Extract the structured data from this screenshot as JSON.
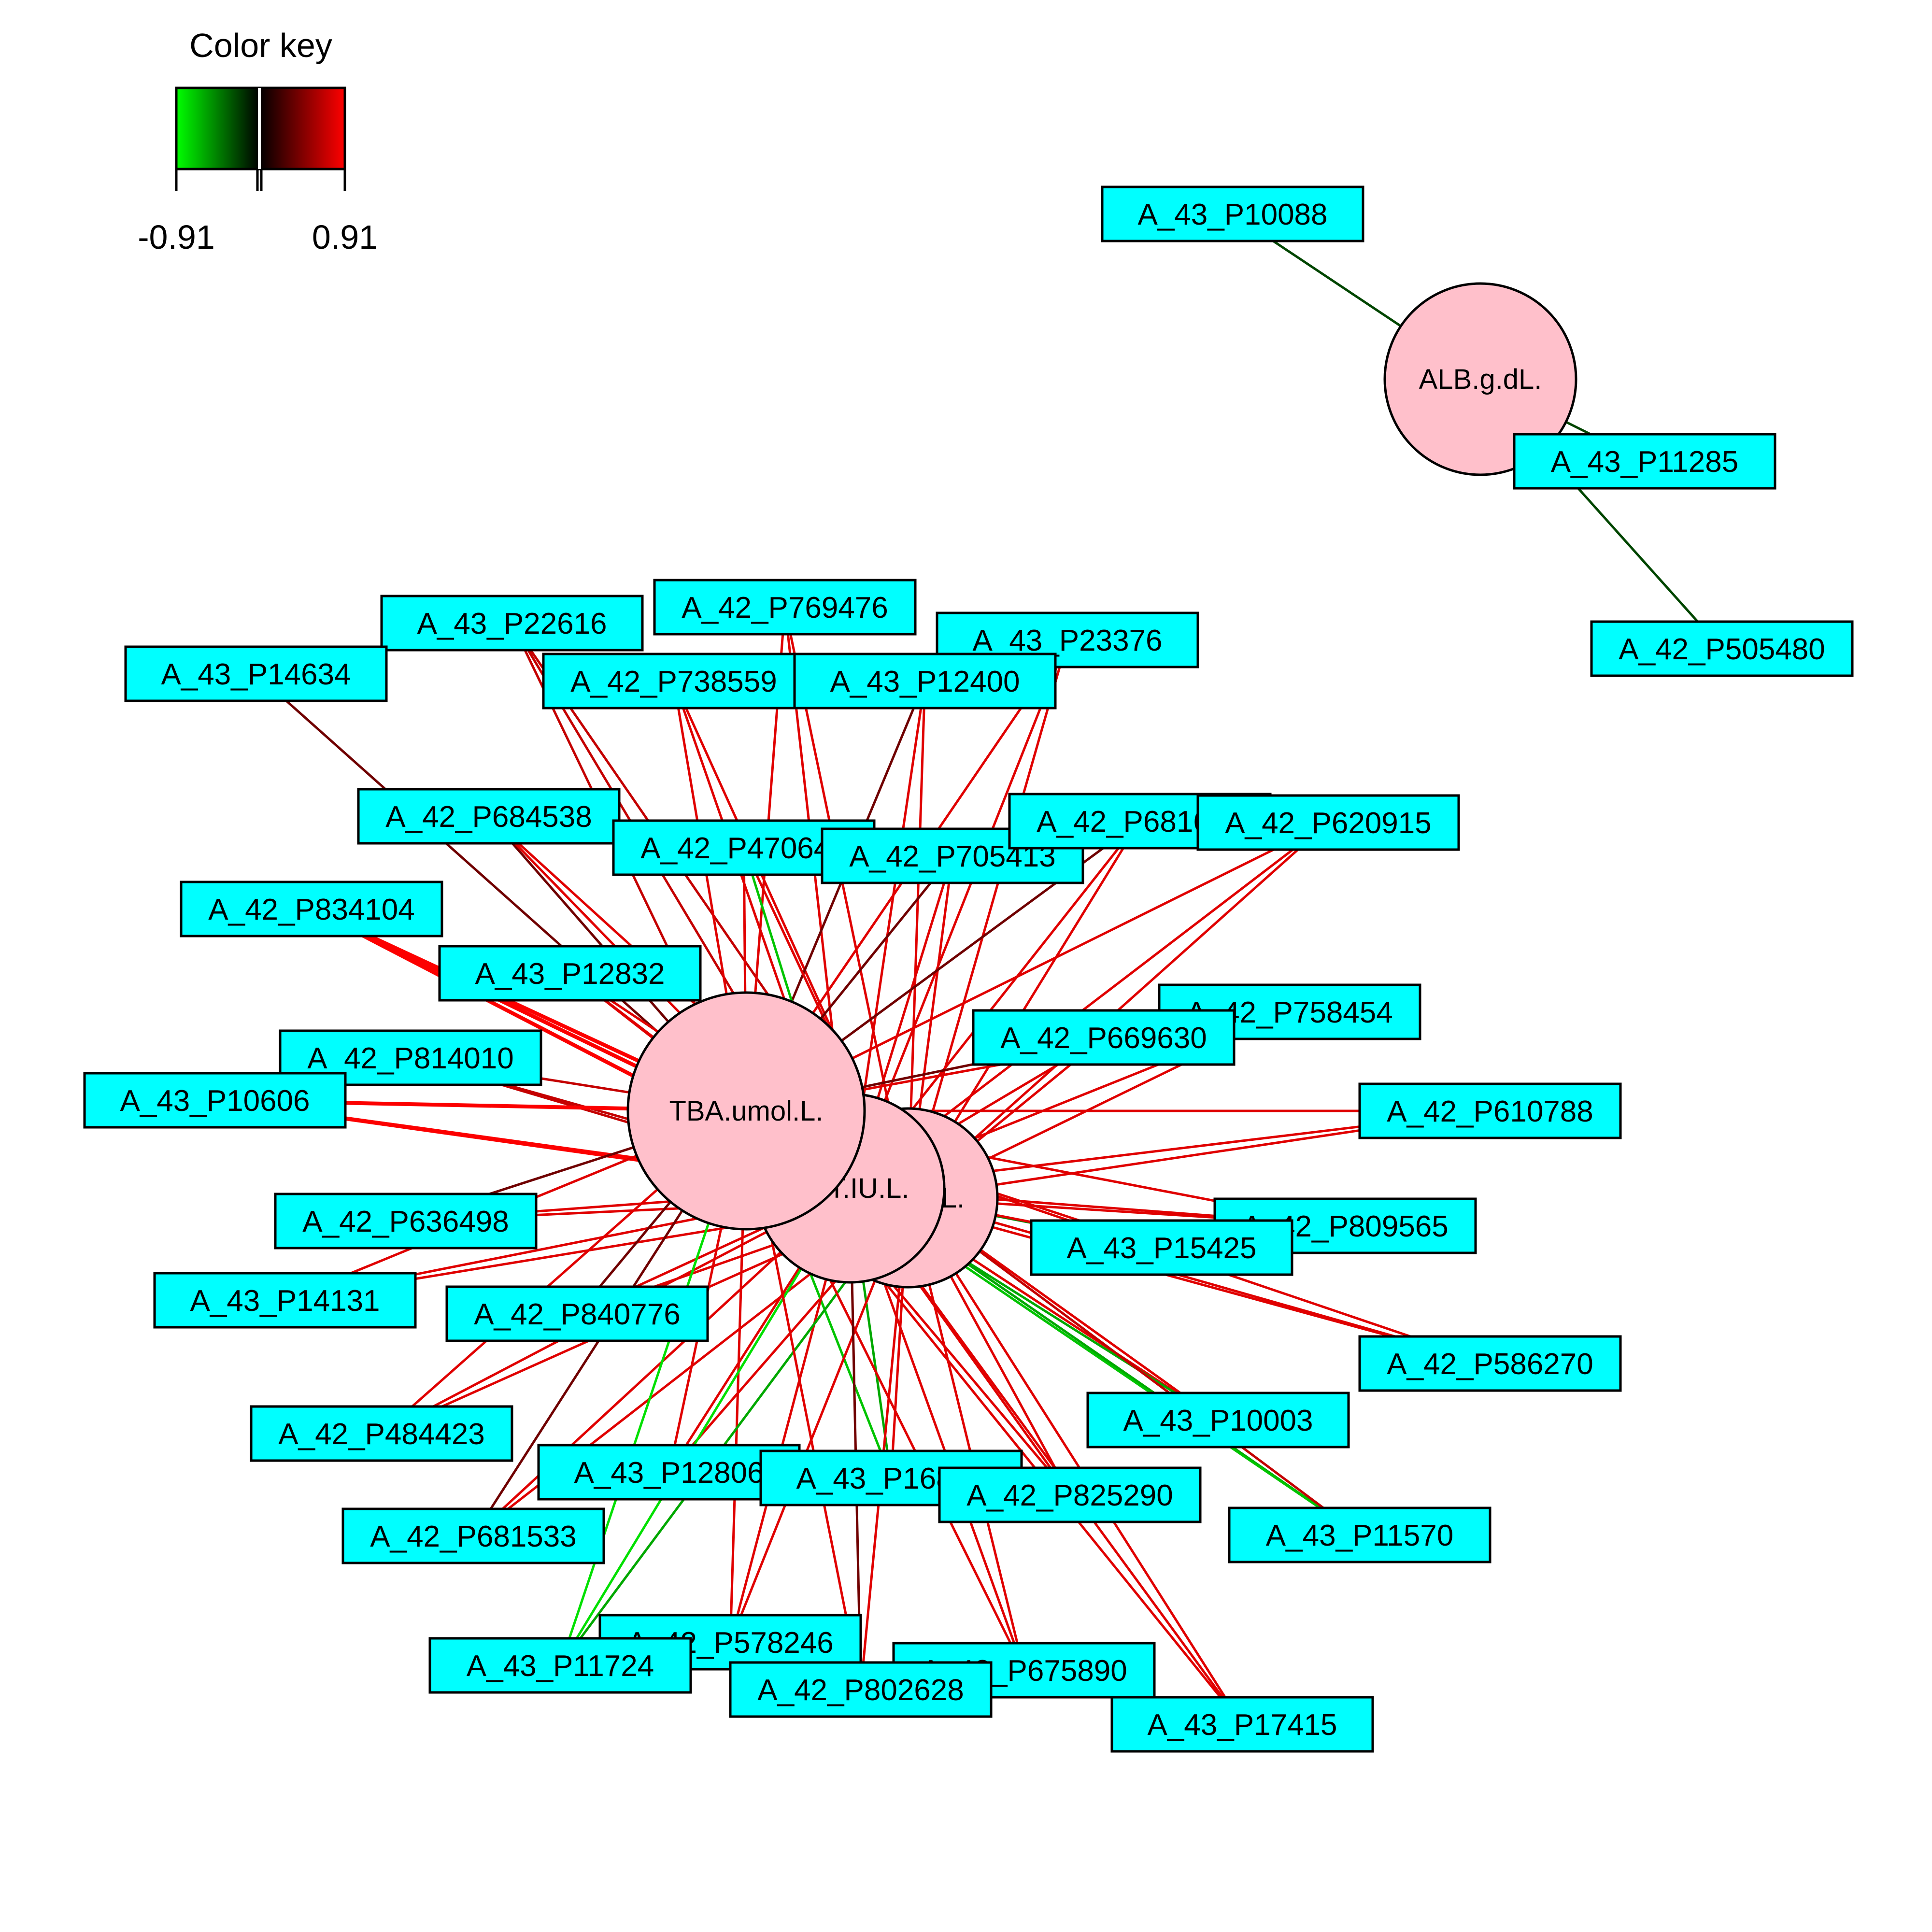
{
  "color_key": {
    "title": "Color key",
    "min_label": "-0.91",
    "max_label": "0.91",
    "colors": {
      "negative": "#00ff00",
      "zero": "#000000",
      "positive": "#ff0000"
    }
  },
  "styles": {
    "rect_fill": "#00ffff",
    "circle_fill": "#ffc0cb",
    "stroke": "#000000"
  },
  "hubs": [
    {
      "id": "ALB",
      "label": "ALB.g.dL."
    },
    {
      "id": "ALT",
      "label": "ALT.IU.L."
    },
    {
      "id": "AST",
      "label": "AST.IU.L."
    },
    {
      "id": "TBA",
      "label": "TBA.umol.L."
    }
  ],
  "genes": [
    {
      "id": "g01",
      "label": "A_43_P10088"
    },
    {
      "id": "g02",
      "label": "A_43_P11285"
    },
    {
      "id": "g03",
      "label": "A_42_P505480"
    },
    {
      "id": "g04",
      "label": "A_43_P22616"
    },
    {
      "id": "g05",
      "label": "A_42_P769476"
    },
    {
      "id": "g06",
      "label": "A_43_P23376"
    },
    {
      "id": "g07",
      "label": "A_43_P14634"
    },
    {
      "id": "g08",
      "label": "A_42_P738559"
    },
    {
      "id": "g09",
      "label": "A_43_P12400"
    },
    {
      "id": "g10",
      "label": "A_42_P684538"
    },
    {
      "id": "g11",
      "label": "A_42_P470649"
    },
    {
      "id": "g12",
      "label": "A_42_P705413"
    },
    {
      "id": "g13",
      "label": "A_42_P681650"
    },
    {
      "id": "g14",
      "label": "A_42_P620915"
    },
    {
      "id": "g15",
      "label": "A_42_P834104"
    },
    {
      "id": "g16",
      "label": "A_43_P12832"
    },
    {
      "id": "g17",
      "label": "A_42_P758454"
    },
    {
      "id": "g18",
      "label": "A_42_P669630"
    },
    {
      "id": "g19",
      "label": "A_42_P814010"
    },
    {
      "id": "g20",
      "label": "A_43_P10606"
    },
    {
      "id": "g21",
      "label": "A_42_P610788"
    },
    {
      "id": "g22",
      "label": "A_42_P636498"
    },
    {
      "id": "g23",
      "label": "A_42_P809565"
    },
    {
      "id": "g24",
      "label": "A_43_P15425"
    },
    {
      "id": "g25",
      "label": "A_43_P14131"
    },
    {
      "id": "g26",
      "label": "A_42_P840776"
    },
    {
      "id": "g27",
      "label": "A_42_P586270"
    },
    {
      "id": "g28",
      "label": "A_43_P10003"
    },
    {
      "id": "g29",
      "label": "A_42_P484423"
    },
    {
      "id": "g30",
      "label": "A_43_P12806"
    },
    {
      "id": "g31",
      "label": "A_43_P16842"
    },
    {
      "id": "g32",
      "label": "A_42_P825290"
    },
    {
      "id": "g33",
      "label": "A_43_P11570"
    },
    {
      "id": "g34",
      "label": "A_42_P681533"
    },
    {
      "id": "g35",
      "label": "A_42_P578246"
    },
    {
      "id": "g36",
      "label": "A_43_P11724"
    },
    {
      "id": "g37",
      "label": "A_42_P675890"
    },
    {
      "id": "g38",
      "label": "A_42_P802628"
    },
    {
      "id": "g39",
      "label": "A_43_P17415"
    }
  ],
  "edges": [
    [
      "g01",
      "ALB",
      -0.25
    ],
    [
      "g02",
      "ALB",
      -0.25
    ],
    [
      "g03",
      "ALB",
      -0.25
    ],
    [
      "g04",
      "TBA",
      0.7
    ],
    [
      "g04",
      "AST",
      0.7
    ],
    [
      "g04",
      "ALT",
      0.7
    ],
    [
      "g05",
      "TBA",
      0.8
    ],
    [
      "g05",
      "AST",
      0.8
    ],
    [
      "g05",
      "ALT",
      0.8
    ],
    [
      "g06",
      "TBA",
      0.8
    ],
    [
      "g06",
      "AST",
      0.8
    ],
    [
      "g06",
      "ALT",
      0.8
    ],
    [
      "g07",
      "TBA",
      0.4
    ],
    [
      "g08",
      "TBA",
      0.8
    ],
    [
      "g08",
      "AST",
      0.8
    ],
    [
      "g08",
      "ALT",
      0.8
    ],
    [
      "g09",
      "TBA",
      0.4
    ],
    [
      "g09",
      "AST",
      0.8
    ],
    [
      "g09",
      "ALT",
      0.8
    ],
    [
      "g10",
      "TBA",
      0.4
    ],
    [
      "g10",
      "AST",
      0.8
    ],
    [
      "g10",
      "ALT",
      0.8
    ],
    [
      "g11",
      "TBA",
      0.8
    ],
    [
      "g11",
      "AST",
      -0.7
    ],
    [
      "g11",
      "ALT",
      0.8
    ],
    [
      "g12",
      "TBA",
      0.4
    ],
    [
      "g12",
      "AST",
      0.8
    ],
    [
      "g12",
      "ALT",
      0.8
    ],
    [
      "g13",
      "TBA",
      0.4
    ],
    [
      "g13",
      "AST",
      0.8
    ],
    [
      "g13",
      "ALT",
      0.8
    ],
    [
      "g14",
      "TBA",
      0.8
    ],
    [
      "g14",
      "AST",
      0.8
    ],
    [
      "g14",
      "ALT",
      0.8
    ],
    [
      "g15",
      "TBA",
      0.9
    ],
    [
      "g15",
      "AST",
      0.9
    ],
    [
      "g15",
      "ALT",
      0.9
    ],
    [
      "g16",
      "TBA",
      0.8
    ],
    [
      "g16",
      "AST",
      0.8
    ],
    [
      "g16",
      "ALT",
      0.8
    ],
    [
      "g17",
      "TBA",
      0.8
    ],
    [
      "g17",
      "AST",
      0.8
    ],
    [
      "g17",
      "ALT",
      0.8
    ],
    [
      "g18",
      "TBA",
      0.4
    ],
    [
      "g18",
      "AST",
      0.8
    ],
    [
      "g18",
      "ALT",
      0.8
    ],
    [
      "g19",
      "TBA",
      0.7
    ],
    [
      "g19",
      "AST",
      0.7
    ],
    [
      "g19",
      "ALT",
      0.7
    ],
    [
      "g20",
      "TBA",
      0.9
    ],
    [
      "g20",
      "AST",
      0.9
    ],
    [
      "g20",
      "ALT",
      0.9
    ],
    [
      "g21",
      "TBA",
      0.8
    ],
    [
      "g21",
      "AST",
      0.8
    ],
    [
      "g21",
      "ALT",
      0.8
    ],
    [
      "g22",
      "TBA",
      0.4
    ],
    [
      "g22",
      "AST",
      0.8
    ],
    [
      "g22",
      "ALT",
      0.8
    ],
    [
      "g23",
      "TBA",
      0.8
    ],
    [
      "g23",
      "AST",
      0.8
    ],
    [
      "g23",
      "ALT",
      0.8
    ],
    [
      "g24",
      "TBA",
      0.8
    ],
    [
      "g24",
      "AST",
      -0.5
    ],
    [
      "g24",
      "ALT",
      0.8
    ],
    [
      "g25",
      "TBA",
      0.8
    ],
    [
      "g25",
      "AST",
      0.8
    ],
    [
      "g25",
      "ALT",
      0.8
    ],
    [
      "g26",
      "TBA",
      0.4
    ],
    [
      "g26",
      "AST",
      0.8
    ],
    [
      "g26",
      "ALT",
      0.8
    ],
    [
      "g27",
      "TBA",
      0.8
    ],
    [
      "g27",
      "AST",
      0.8
    ],
    [
      "g27",
      "ALT",
      0.8
    ],
    [
      "g28",
      "TBA",
      0.8
    ],
    [
      "g28",
      "AST",
      -0.6
    ],
    [
      "g28",
      "ALT",
      0.8
    ],
    [
      "g29",
      "TBA",
      0.8
    ],
    [
      "g29",
      "AST",
      0.8
    ],
    [
      "g29",
      "ALT",
      0.8
    ],
    [
      "g30",
      "TBA",
      0.8
    ],
    [
      "g30",
      "AST",
      0.8
    ],
    [
      "g30",
      "ALT",
      0.8
    ],
    [
      "g31",
      "TBA",
      -0.7
    ],
    [
      "g31",
      "AST",
      -0.6
    ],
    [
      "g31",
      "ALT",
      0.8
    ],
    [
      "g32",
      "TBA",
      0.8
    ],
    [
      "g32",
      "AST",
      0.8
    ],
    [
      "g32",
      "ALT",
      0.8
    ],
    [
      "g33",
      "TBA",
      -0.6
    ],
    [
      "g33",
      "AST",
      -0.7
    ],
    [
      "g33",
      "ALT",
      0.7
    ],
    [
      "g34",
      "TBA",
      0.4
    ],
    [
      "g34",
      "AST",
      0.8
    ],
    [
      "g34",
      "ALT",
      0.8
    ],
    [
      "g35",
      "TBA",
      0.8
    ],
    [
      "g35",
      "AST",
      0.8
    ],
    [
      "g35",
      "ALT",
      0.8
    ],
    [
      "g36",
      "TBA",
      -0.8
    ],
    [
      "g36",
      "AST",
      -0.8
    ],
    [
      "g36",
      "ALT",
      -0.6
    ],
    [
      "g37",
      "TBA",
      0.8
    ],
    [
      "g37",
      "AST",
      0.8
    ],
    [
      "g37",
      "ALT",
      0.8
    ],
    [
      "g38",
      "TBA",
      0.8
    ],
    [
      "g38",
      "AST",
      0.4
    ],
    [
      "g38",
      "ALT",
      0.8
    ],
    [
      "g39",
      "TBA",
      0.8
    ],
    [
      "g39",
      "AST",
      0.8
    ],
    [
      "g39",
      "ALT",
      0.8
    ]
  ]
}
